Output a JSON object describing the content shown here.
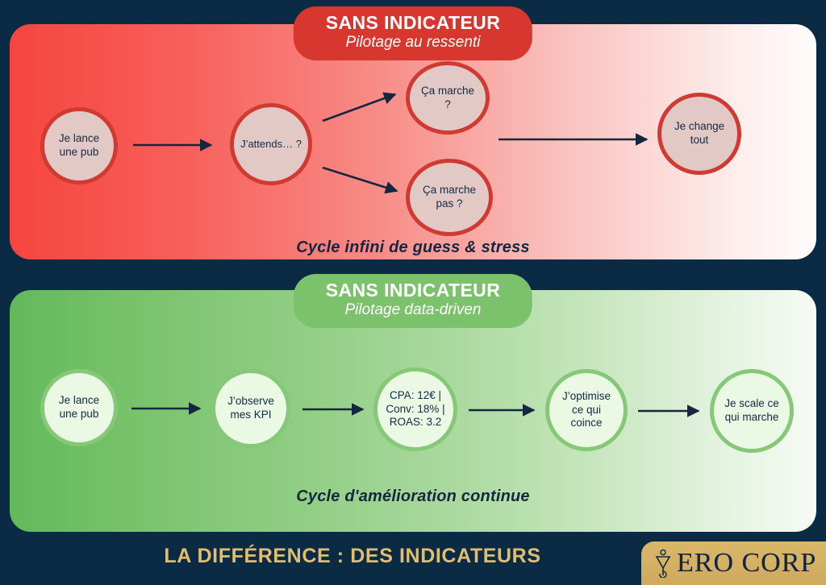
{
  "background_color": "#0b2a43",
  "sections": {
    "bad": {
      "pill": {
        "title": "SANS INDICATEUR",
        "subtitle": "Pilotage au ressenti",
        "bg_color": "#d8372f"
      },
      "panel_gradient_from": "#f6453f",
      "panel_gradient_to": "#fffcfc",
      "node_fill": "#e3c9c6",
      "node_border": "#cf3a33",
      "nodes": [
        {
          "id": "je-lance-une-pub",
          "lines": [
            "Je lance",
            "une pub"
          ]
        },
        {
          "id": "jattends",
          "lines": [
            "J’attends… ?"
          ]
        },
        {
          "id": "ca-marche",
          "lines": [
            "Ça marche",
            "?"
          ]
        },
        {
          "id": "ca-marche-pas",
          "lines": [
            "Ça marche",
            "pas ?"
          ]
        },
        {
          "id": "je-change-tout",
          "lines": [
            "Je change",
            "tout"
          ]
        }
      ],
      "caption": "Cycle infini de guess & stress"
    },
    "good": {
      "pill": {
        "title": "SANS INDICATEUR",
        "subtitle": "Pilotage data-driven",
        "bg_color": "#7cc26d"
      },
      "panel_gradient_from": "#63b95a",
      "panel_gradient_to": "#f6fbf4",
      "node_fill": "#eaf8e4",
      "node_border": "#84c878",
      "nodes": [
        {
          "id": "je-lance-une-pub",
          "lines": [
            "Je lance",
            "une pub"
          ]
        },
        {
          "id": "jobserve-mes-kpi",
          "lines": [
            "J’observe",
            "mes KPI"
          ]
        },
        {
          "id": "kpi-values",
          "lines": [
            "CPA: 12€ |",
            "Conv: 18% |",
            "ROAS: 3.2"
          ]
        },
        {
          "id": "joptimise-ce-qui-coince",
          "lines": [
            "J’optimise",
            "ce qui",
            "coince"
          ]
        },
        {
          "id": "je-scale-ce-qui-marche",
          "lines": [
            "Je scale ce",
            "qui marche"
          ]
        }
      ],
      "caption": "Cycle d'amélioration continue",
      "metrics": {
        "cpa": "12€",
        "conversion": "18%",
        "roas": "3.2"
      }
    }
  },
  "footer": {
    "headline": "LA DIFFÉRENCE : DES INDICATEURS",
    "headline_color": "#e3bd6e",
    "logo_text": "ERO CORP",
    "logo_plate_color": "#d9b86a"
  }
}
